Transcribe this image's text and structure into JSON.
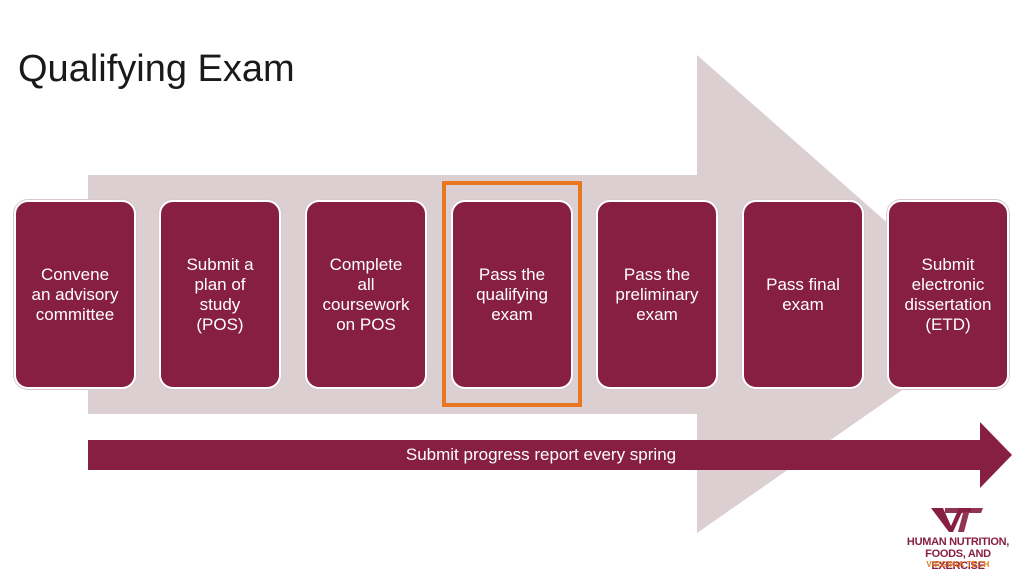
{
  "title": "Qualifying Exam",
  "steps": [
    {
      "label": "Convene\nan advisory\ncommittee"
    },
    {
      "label": "Submit a\nplan of\nstudy\n(POS)"
    },
    {
      "label": "Complete\nall\ncoursework\non POS"
    },
    {
      "label": "Pass the\nqualifying\nexam"
    },
    {
      "label": "Pass the\npreliminary\nexam"
    },
    {
      "label": "Pass final\nexam"
    },
    {
      "label": "Submit\nelectronic\ndissertation\n(ETD)"
    }
  ],
  "highlighted_step": 3,
  "progress_note": "Submit progress report every spring",
  "logo": {
    "line1": "HUMAN NUTRITION,",
    "line2": "FOODS, AND EXERCISE",
    "line3": "VIRGINIA TECH"
  },
  "colors": {
    "maroon": "#861F41",
    "orange": "#E87722",
    "arrow_bg": "#DCCFD2"
  }
}
